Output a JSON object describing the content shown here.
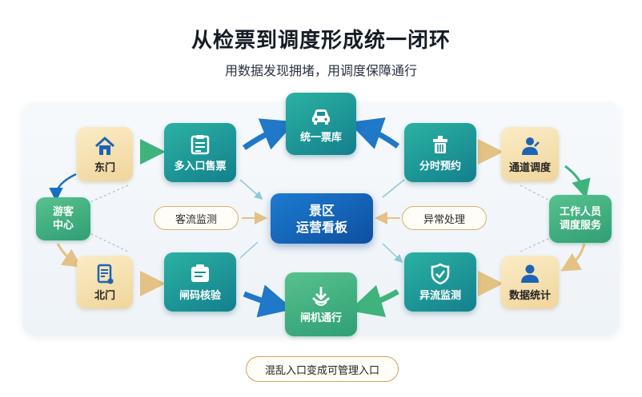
{
  "header": {
    "title": "从检票到调度形成统一闭环",
    "subtitle": "用数据发现拥堵，用调度保障通行"
  },
  "nodes": {
    "east_gate": "东门",
    "north_gate": "北门",
    "visitor_center": "游客\n中心",
    "multi_entry": "多入口售票",
    "gate_verify": "闸码核验",
    "unified_ticket": "统一票库",
    "gate_pass": "闸机通行",
    "time_booking": "分时预约",
    "anomaly_monitor": "异流监测",
    "channel_dispatch": "通道调度",
    "data_stats": "数据统计",
    "staff_dispatch": "工作人员\n调度服务",
    "dashboard": "景区\n运营看板"
  },
  "pills": {
    "flow_monitor": "客流监测",
    "exception_handling": "异常处理"
  },
  "footer": {
    "caption": "混乱入口变成可管理入口"
  },
  "colors": {
    "teal": "#1f9a9c",
    "beige": "#f3dca8",
    "green": "#3fae7f",
    "center_blue": "#1565b8",
    "arrow_blue": "#1a6fc0",
    "arrow_green": "#3fb37c",
    "arrow_beige": "#e4c184"
  },
  "icons": {
    "east_gate": "house-icon",
    "north_gate": "document-icon",
    "multi_entry": "clipboard-icon",
    "gate_verify": "ticket-scan-icon",
    "unified_ticket": "car-icon",
    "gate_pass": "download-icon",
    "time_booking": "bin-icon",
    "anomaly_monitor": "shield-check-icon",
    "channel_dispatch": "person-icon",
    "data_stats": "user-icon"
  }
}
